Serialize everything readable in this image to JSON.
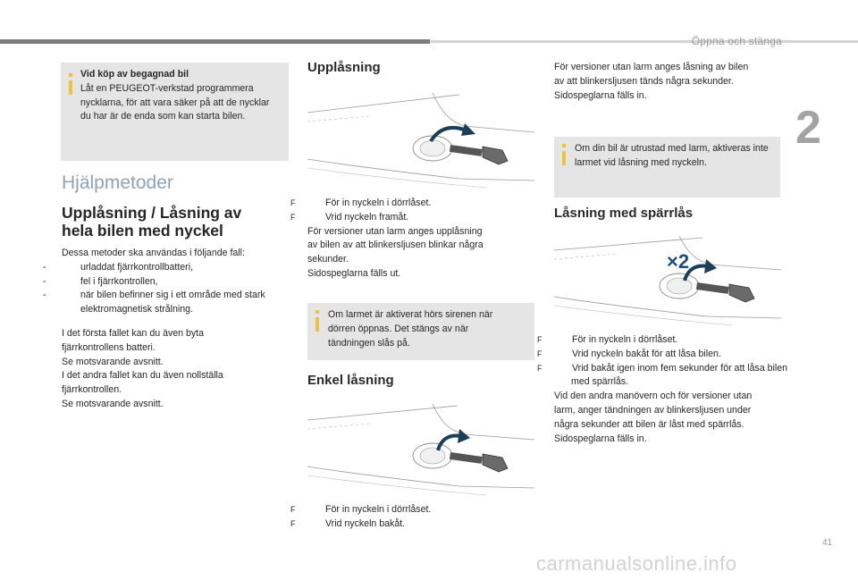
{
  "header": {
    "section_title": "Öppna och stänga",
    "chapter_number": "2",
    "page_number": "41"
  },
  "left_column": {
    "info_title": "Vid köp av begagnad bil",
    "info_body": "Låt en PEUGEOT-verkstad programmera nycklarna, för att vara säker på att de nycklar du har är de enda som kan starta bilen.",
    "section_heading": "Hjälpmetoder",
    "title_line1": "Upplåsning / Låsning av",
    "title_line2": "hela bilen med nyckel",
    "intro": "Dessa metoder ska användas i följande fall:",
    "cases": [
      "urladdat fjärrkontrollbatteri,",
      "fel i fjärrkontrollen,",
      "när bilen befinner sig i ett område med stark elektromagnetisk strålning."
    ],
    "case_marker": "-",
    "para1": [
      "I det första fallet kan du även byta",
      "fjärrkontrollens batteri.",
      "Se motsvarande avsnitt.",
      "I det andra fallet kan du även nollställa",
      "fjärrkontrollen.",
      "Se motsvarande avsnitt."
    ]
  },
  "middle_column": {
    "unlock_heading": "Upplåsning",
    "unlock_steps": [
      "För in nyckeln i dörrlåset.",
      "Vrid nyckeln framåt."
    ],
    "unlock_text": [
      "För versioner utan larm anges upplåsning",
      "av bilen av att blinkersljusen blinkar några",
      "sekunder.",
      "Sidospeglarna fälls ut."
    ],
    "unlock_info": "Om larmet är aktiverat hörs sirenen när dörren öppnas. Det stängs av när tändningen slås på.",
    "lock_heading": "Enkel låsning",
    "lock_steps": [
      "För in nyckeln i dörrlåset.",
      "Vrid nyckeln bakåt."
    ]
  },
  "right_column": {
    "lock_text": [
      "För versioner utan larm anges låsning av bilen",
      "av att blinkersljusen tänds några sekunder.",
      "Sidospeglarna fälls in."
    ],
    "alarm_info": "Om din bil är utrustad med larm, aktiveras inte larmet vid låsning med nyckeln.",
    "deadlock_heading": "Låsning med spärrlås",
    "times_label": "×2",
    "deadlock_steps": [
      "För in nyckeln i dörrlåset.",
      "Vrid nyckeln bakåt för att låsa bilen.",
      "Vrid bakåt igen inom fem sekunder för att låsa bilen med spärrlås."
    ],
    "deadlock_text": [
      "Vid den andra manövern och för versioner utan",
      "larm, anger tändningen av blinkersljusen under",
      "några sekunder att bilen är låst med spärrlås.",
      "Sidospeglarna fälls in."
    ]
  },
  "step_marker": "F",
  "watermark": "carmanualsonline.info",
  "colors": {
    "accent_yellow": "#f0c23a",
    "info_bg": "#e5e5e5",
    "heading_blue": "#8fa2b6",
    "bar_dark": "#7d7d7d",
    "bar_light": "#d4d4d4"
  }
}
